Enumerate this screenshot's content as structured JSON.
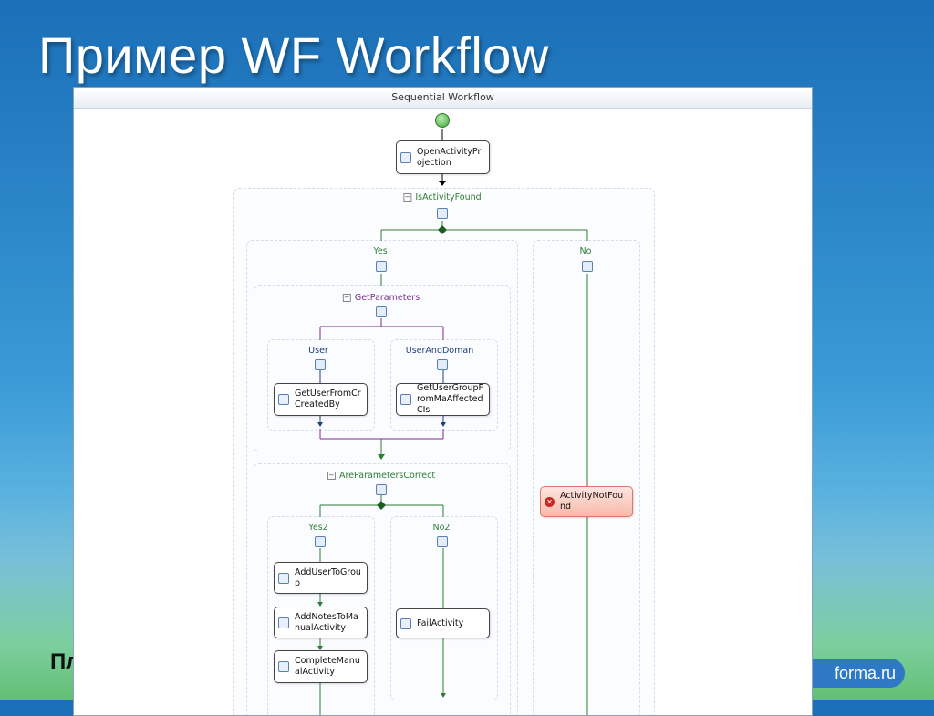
{
  "slide": {
    "title": "Пример WF Workflow",
    "footer_left": "Пл",
    "footer_right": "forma.ru"
  },
  "designer": {
    "header": "Sequential Workflow",
    "activities": {
      "open_projection": "OpenActivityProjection",
      "get_user_from_created": "GetUserFromCrCreatedBy",
      "get_user_group": "GetUserGroupFromMaAffectedCIs",
      "add_user_to_group": "AddUserToGroup",
      "add_notes": "AddNotesToManualActivity",
      "complete_manual": "CompleteManualActivity",
      "fail_activity": "FailActivity",
      "activity_not_found": "ActivityNotFound"
    },
    "branches": {
      "is_activity_found": "IsActivityFound",
      "yes": "Yes",
      "no": "No",
      "get_parameters": "GetParameters",
      "user": "User",
      "user_and_doman": "UserAndDoman",
      "are_parameters_correct": "AreParametersCorrect",
      "yes2": "Yes2",
      "no2": "No2"
    },
    "colors": {
      "ifelse_line": "#2e7d32",
      "parallel_line": "#7b2d8b",
      "sequence_line": "#1f3f7a"
    }
  }
}
